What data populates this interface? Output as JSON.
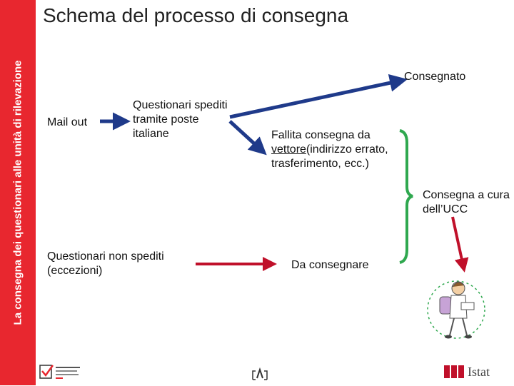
{
  "sidebar": {
    "title": "La consegna dei questionari alle unità di rilevazione"
  },
  "page": {
    "title": "Schema del processo di consegna"
  },
  "nodes": {
    "mail_out": "Mail out",
    "spediti": "Questionari spediti tramite poste italiane",
    "non_spediti": "Questionari non spediti (eccezioni)",
    "consegnato": "Consegnato",
    "fallita_pre": "Fallita consegna da ",
    "fallita_link": "vettore",
    "fallita_post": "(indirizzo errato, trasferimento, ecc.)",
    "da_consegnare": "Da consegnare",
    "ucc": "Consegna a cura dell’UCC"
  },
  "colors": {
    "accent_red": "#e8272f",
    "arrow_blue": "#1f3a8a",
    "arrow_red": "#c0102a",
    "brace_green": "#2fa84f"
  },
  "icons": [
    "census-logo",
    "istat-logo",
    "courier-figure",
    "small-mark-icon"
  ],
  "logos": {
    "istat": "Istat"
  }
}
